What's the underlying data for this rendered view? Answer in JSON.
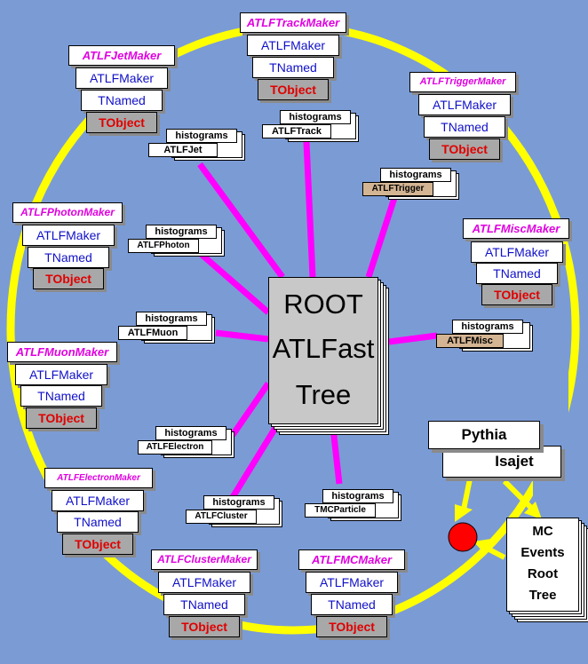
{
  "root_tree": {
    "line1": "ROOT",
    "line2": "ATLFast",
    "line3": "Tree"
  },
  "generator": {
    "line1": "Pythia",
    "line2": "Isajet"
  },
  "mc_tree": {
    "line1": "MC",
    "line2": "Events",
    "line3": "Root",
    "line4": "Tree"
  },
  "base_classes": {
    "atlfmaker": "ATLFMaker",
    "tnamed": "TNamed",
    "tobject": "TObject"
  },
  "histograms_label": "histograms",
  "makers": {
    "track": {
      "name": "ATLFTrackMaker",
      "data": "ATLFTrack"
    },
    "jet": {
      "name": "ATLFJetMaker",
      "data": "ATLFJet"
    },
    "trigger": {
      "name": "ATLFTriggerMaker",
      "data": "ATLFTrigger"
    },
    "photon": {
      "name": "ATLFPhotonMaker",
      "data": "ATLFPhoton"
    },
    "misc": {
      "name": "ATLFMiscMaker",
      "data": "ATLFMisc"
    },
    "muon": {
      "name": "ATLFMuonMaker",
      "data": "ATLFMuon"
    },
    "electron": {
      "name": "ATLFElectronMaker",
      "data": "ATLFElectron"
    },
    "cluster": {
      "name": "ATLFClusterMaker",
      "data": "ATLFCluster"
    },
    "mc": {
      "name": "ATLFMCMaker",
      "data": "TMCParticle"
    }
  },
  "colors": {
    "background": "#7b9bd5",
    "loop": "#ffff00",
    "spoke": "#ff00ff",
    "maker_name": "#e000e0",
    "class_text": "#1010c8",
    "tobject_text": "#e00000",
    "event_dot": "#ff0000"
  }
}
